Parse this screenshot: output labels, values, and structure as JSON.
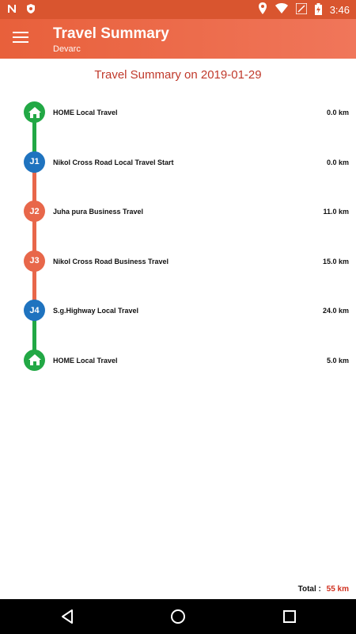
{
  "status": {
    "time": "3:46"
  },
  "app": {
    "title": "Travel Summary",
    "subtitle": "Devarc"
  },
  "heading": "Travel Summary on 2019-01-29",
  "stops": [
    {
      "marker": "home-icon",
      "label": "HOME Local Travel",
      "distance": "0.0 km",
      "color": "#22a845"
    },
    {
      "marker": "J1",
      "label": "Nikol Cross Road Local Travel Start",
      "distance": "0.0 km",
      "color": "#1f73bf"
    },
    {
      "marker": "J2",
      "label": "Juha pura Business Travel",
      "distance": "11.0 km",
      "color": "#e8674a"
    },
    {
      "marker": "J3",
      "label": "Nikol Cross Road Business Travel",
      "distance": "15.0 km",
      "color": "#e8674a"
    },
    {
      "marker": "J4",
      "label": "S.g.Highway Local Travel",
      "distance": "24.0 km",
      "color": "#1f73bf"
    },
    {
      "marker": "home-icon",
      "label": "HOME Local Travel",
      "distance": "5.0 km",
      "color": "#22a845"
    }
  ],
  "segment_colors": [
    "#22a845",
    "#e8674a",
    "#e8674a",
    "#e8674a",
    "#22a845"
  ],
  "total": {
    "label": "Total :",
    "value": "55 km"
  }
}
